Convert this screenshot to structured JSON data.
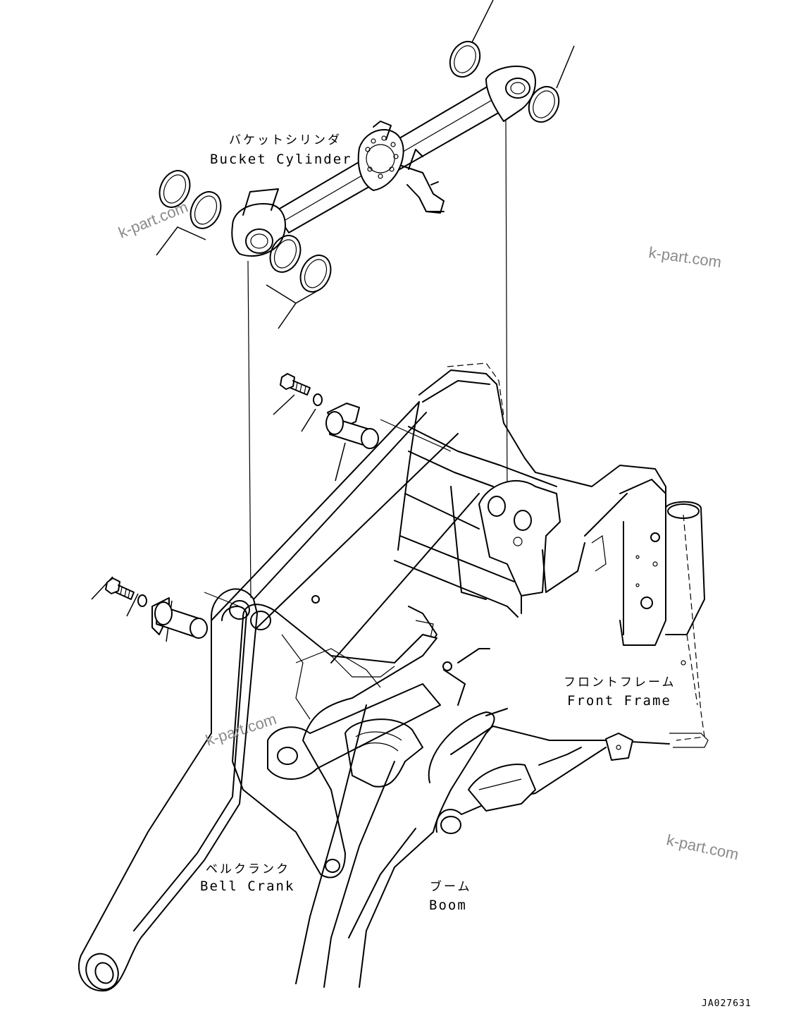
{
  "labels": {
    "bucket_cylinder_jp": "バケットシリンダ",
    "bucket_cylinder_en": "Bucket Cylinder",
    "front_frame_jp": "フロントフレーム",
    "front_frame_en": "Front Frame",
    "bell_crank_jp": "ベルクランク",
    "bell_crank_en": "Bell Crank",
    "boom_jp": "ブーム",
    "boom_en": "Boom"
  },
  "watermark": "k-part.com",
  "drawing_code": "JA027631"
}
